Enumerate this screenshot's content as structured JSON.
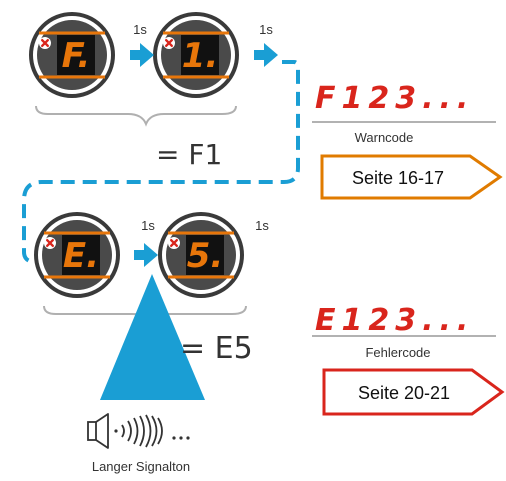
{
  "colors": {
    "warn": "#e07b00",
    "error": "#d9251c",
    "link": "#1a9ed4",
    "device": "#3a3a3a",
    "display": "#e8760a"
  },
  "sequence_warning": {
    "digit_1": "F.",
    "digit_2": "1.",
    "interval_1": "1s",
    "interval_2": "1s",
    "result": "= F1"
  },
  "sequence_error": {
    "digit_1": "E.",
    "digit_2": "5.",
    "interval_1": "1s",
    "interval_2": "1s",
    "result": "= E5"
  },
  "warning_panel": {
    "code_display": "F123...",
    "caption": "Warncode",
    "page_ref": "Seite 16-17"
  },
  "error_panel": {
    "code_display": "E123...",
    "caption": "Fehlercode",
    "page_ref": "Seite 20-21"
  },
  "signal": {
    "label": "Langer Signalton"
  }
}
